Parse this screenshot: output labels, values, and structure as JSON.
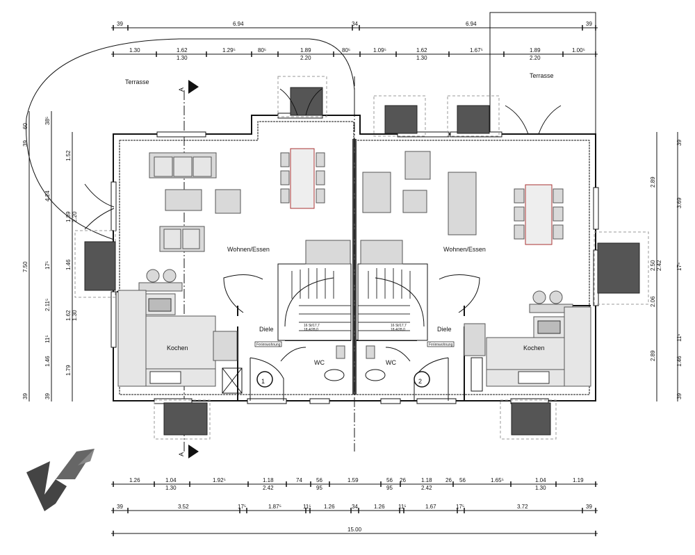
{
  "rooms": {
    "terrasse_left": "Terrasse",
    "terrasse_right": "Terrasse",
    "wohnen_left": "Wohnen/Essen",
    "wohnen_right": "Wohnen/Essen",
    "kochen_left": "Kochen",
    "kochen_right": "Kochen",
    "diele_left": "Diele",
    "diele_right": "Diele",
    "wc_left": "WC",
    "wc_right": "WC",
    "fewo_left": "Ferienwohnung",
    "fewo_right": "Ferienwohnung"
  },
  "units": {
    "unit1": "1",
    "unit2": "2"
  },
  "section_marks": {
    "top": "A",
    "bottom": "A"
  },
  "stair_labels": {
    "left_a": "16 St/17,7",
    "left_b": "18,4/28,0",
    "right_a": "16 St/17,7",
    "right_b": "18,4/28,0"
  },
  "top_dims": {
    "row1": [
      "39",
      "6.94",
      "34",
      "6.94",
      "39"
    ],
    "row2_upper": [
      "1.30",
      "1.62",
      "1.29⁵",
      "80⁵",
      "1.89",
      "80⁵",
      "1.09⁵",
      "1.62",
      "1.67⁵",
      "1.89",
      "1.00⁵"
    ],
    "row2_lower": [
      "1.30",
      "2.20",
      "1.30",
      "2.20"
    ]
  },
  "bottom_dims": {
    "row1_upper": [
      "1.26",
      "1.04",
      "1.92⁵",
      "1.18",
      "74",
      "56",
      "1.59",
      "56",
      "26",
      "1.18",
      "26",
      "56",
      "1.65⁵",
      "1.04",
      "1.19"
    ],
    "row1_lower": [
      "1.30",
      "2.42",
      "95",
      "95",
      "2.42",
      "1.30"
    ],
    "row2": [
      "39",
      "3.52",
      "17⁵",
      "1.87⁵",
      "11⁵",
      "1.26",
      "34",
      "1.26",
      "11⁵",
      "1.67",
      "17⁵",
      "3.72",
      "39"
    ],
    "total": "15.00"
  },
  "left_dims": {
    "outer": [
      "39",
      "60",
      "7.50",
      "39"
    ],
    "mid": [
      "38⁵",
      "4.24",
      "17⁵",
      "2.11⁵",
      "11⁵",
      "1.46",
      "39"
    ],
    "inner": [
      "1.52",
      "1.89",
      "2.20",
      "1.46",
      "1.62",
      "1.30",
      "1.79"
    ]
  },
  "right_dims": {
    "inner": [
      "2.89",
      "2.50",
      "2.42",
      "2.06",
      "2.89"
    ],
    "outer": [
      "39",
      "3.69",
      "17⁵",
      "11⁵",
      "1.46",
      "39"
    ]
  }
}
